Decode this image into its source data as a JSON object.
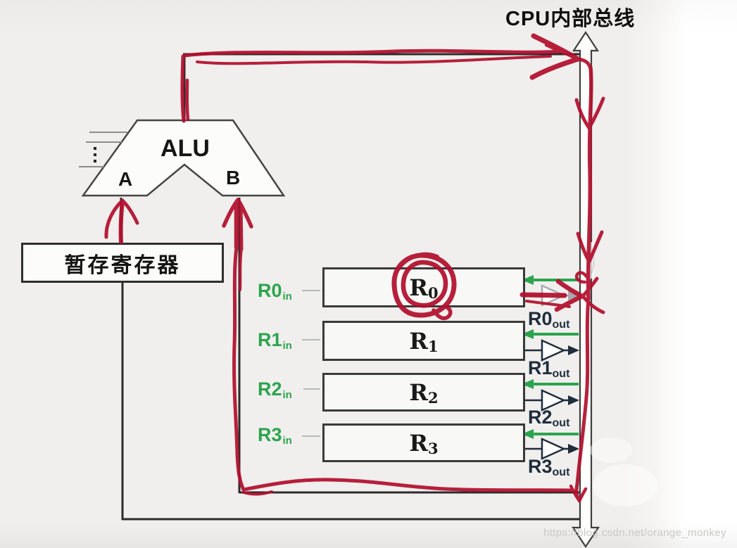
{
  "title": "CPU内部总线",
  "alu": {
    "label": "ALU",
    "port_a": "A",
    "port_b": "B"
  },
  "temp_register_label": "暂存寄存器",
  "registers": [
    {
      "cell_main": "R",
      "cell_sub": "0",
      "in_main": "R0",
      "in_sub": "in",
      "out_main": "R0",
      "out_sub": "out"
    },
    {
      "cell_main": "R",
      "cell_sub": "1",
      "in_main": "R1",
      "in_sub": "in",
      "out_main": "R1",
      "out_sub": "out"
    },
    {
      "cell_main": "R",
      "cell_sub": "2",
      "in_main": "R2",
      "in_sub": "in",
      "out_main": "R2",
      "out_sub": "out"
    },
    {
      "cell_main": "R",
      "cell_sub": "3",
      "in_main": "R3",
      "in_sub": "in",
      "out_main": "R3",
      "out_sub": "out"
    }
  ],
  "watermark": "https://blog.csdn.net/orange_monkey",
  "colors": {
    "annotation_red": "#b2102e",
    "control_green": "#2ca44e",
    "signal_navy": "#1f2d3d",
    "line_black": "#2b2b2b"
  },
  "icons": {
    "bus": "double-headed-vertical-bus-arrow",
    "register_input": "green-left-arrow",
    "register_output": "tri-state-buffer-triangle",
    "annotation": "hand-drawn-red-marker-strokes"
  }
}
